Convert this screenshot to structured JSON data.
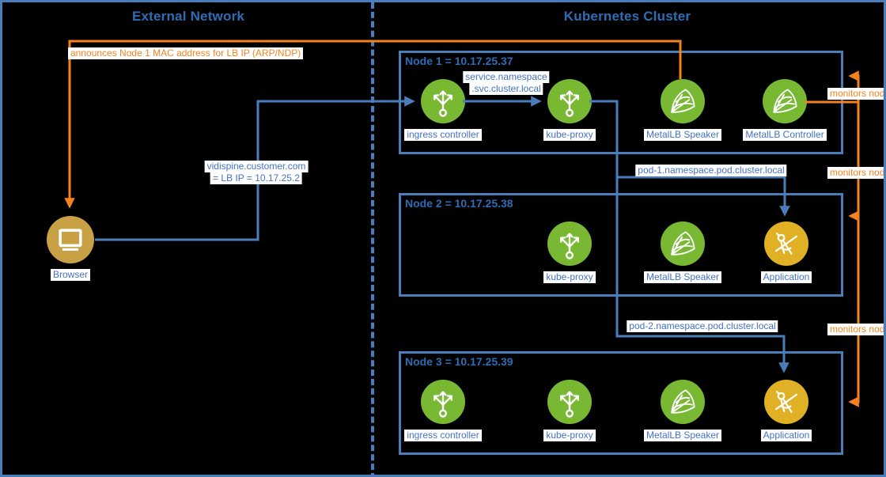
{
  "regions": {
    "external": {
      "title": "External Network"
    },
    "cluster": {
      "title": "Kubernetes Cluster"
    }
  },
  "browser": {
    "label": "Browser",
    "icon": "monitor-icon",
    "color": "#c9a145"
  },
  "nodes": [
    {
      "title": "Node 1 = 10.17.25.37",
      "components": [
        {
          "label": "ingress controller",
          "icon": "route-arrows-icon",
          "color": "#78b832"
        },
        {
          "label": "kube-proxy",
          "icon": "route-arrows-icon",
          "color": "#78b832"
        },
        {
          "label": "MetalLB Speaker",
          "icon": "metallb-fan-icon",
          "color": "#78b832"
        },
        {
          "label": "MetalLB Controller",
          "icon": "metallb-fan-icon",
          "color": "#78b832"
        }
      ]
    },
    {
      "title": "Node 2 = 10.17.25.38",
      "components": [
        {
          "label": "kube-proxy",
          "icon": "route-arrows-icon",
          "color": "#78b832"
        },
        {
          "label": "MetalLB Speaker",
          "icon": "metallb-fan-icon",
          "color": "#78b832"
        },
        {
          "label": "Application",
          "icon": "compass-icon",
          "color": "#e0b124"
        }
      ]
    },
    {
      "title": "Node 3 = 10.17.25.39",
      "components": [
        {
          "label": "ingress controller",
          "icon": "route-arrows-icon",
          "color": "#78b832"
        },
        {
          "label": "kube-proxy",
          "icon": "route-arrows-icon",
          "color": "#78b832"
        },
        {
          "label": "MetalLB Speaker",
          "icon": "metallb-fan-icon",
          "color": "#78b832"
        },
        {
          "label": "Application",
          "icon": "compass-icon",
          "color": "#e0b124"
        }
      ]
    }
  ],
  "edge_labels": {
    "announce": "announces Node 1 MAC address for LB IP (ARP/NDP)",
    "vidispine": [
      "vidispine.customer.com",
      "= LB IP = 10.17.25.2"
    ],
    "service_dns": [
      "service.namespace",
      ".svc.cluster.local"
    ],
    "pod1_dns": "pod-1.namespace.pod.cluster.local",
    "pod2_dns": "pod-2.namespace.pod.cluster.local",
    "monitors": [
      "monitors node",
      "monitors node",
      "monitors node"
    ]
  },
  "colors": {
    "background": "#000000",
    "line_blue": "#4a7ebb",
    "label_blue": "#4472c4",
    "title_blue": "#2e6db4",
    "orange": "#f5821f",
    "green": "#78b832",
    "gold": "#c9a145",
    "yellow": "#e0b124"
  }
}
